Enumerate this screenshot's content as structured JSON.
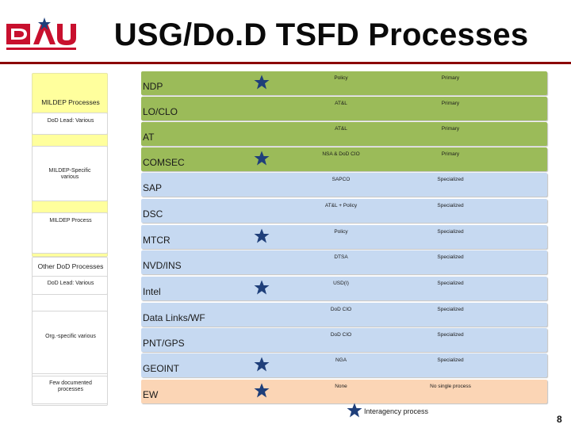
{
  "header": {
    "logo_text": "DAU",
    "title": "USG/Do.D TSFD Processes"
  },
  "colors": {
    "logo_red": "#c8102e",
    "rule": "#8b0000",
    "green_row": "#9bbb59",
    "blue_row": "#c6d9f1",
    "orange_row": "#fbd5b5",
    "star": "#1f3f7a",
    "left_yellow": "#ffff9d"
  },
  "left_panel": {
    "mildep_processes": "MILDEP Processes",
    "dod_lead_various_1": "DoD Lead: Various",
    "mildep_specific": "MILDEP-Specific various",
    "mildep_process": "MILDEP Process",
    "other_dod_processes": "Other DoD Processes",
    "dod_lead_various_2": "DoD Lead: Various",
    "org_specific": "Org.-specific various",
    "few_documented": "Few documented processes"
  },
  "rows": [
    {
      "name": "NDP",
      "desc": "Policy",
      "type": "Primary",
      "color": "green",
      "star": true
    },
    {
      "name": "LO/CLO",
      "desc": "AT&L",
      "type": "Primary",
      "color": "green",
      "star": false
    },
    {
      "name": "AT",
      "desc": "AT&L",
      "type": "Primary",
      "color": "green",
      "star": false
    },
    {
      "name": "COMSEC",
      "desc": "NSA & DoD CIO",
      "type": "Primary",
      "color": "green",
      "star": true
    },
    {
      "name": "SAP",
      "desc": "SAPCO",
      "type": "Specialized",
      "color": "blue",
      "star": false
    },
    {
      "name": "DSC",
      "desc": "AT&L + Policy",
      "type": "Specialized",
      "color": "blue",
      "star": false
    },
    {
      "name": "MTCR",
      "desc": "Policy",
      "type": "Specialized",
      "color": "blue",
      "star": true
    },
    {
      "name": "NVD/INS",
      "desc": "DTSA",
      "type": "Specialized",
      "color": "blue",
      "star": false
    },
    {
      "name": "Intel",
      "desc": "USD(I)",
      "type": "Specialized",
      "color": "blue",
      "star": true
    },
    {
      "name": "Data Links/WF",
      "desc": "DoD CIO",
      "type": "Specialized",
      "color": "blue",
      "star": false
    },
    {
      "name": "PNT/GPS",
      "desc": "DoD CIO",
      "type": "Specialized",
      "color": "blue",
      "star": false
    },
    {
      "name": "GEOINT",
      "desc": "NGA",
      "type": "Specialized",
      "color": "blue",
      "star": true
    },
    {
      "name": "EW",
      "desc": "None",
      "type": "No single process",
      "color": "orange",
      "star": true
    }
  ],
  "legend": {
    "star_label": "Interagency process",
    "icon": "star-icon"
  },
  "footer": {
    "page_number": "8"
  }
}
